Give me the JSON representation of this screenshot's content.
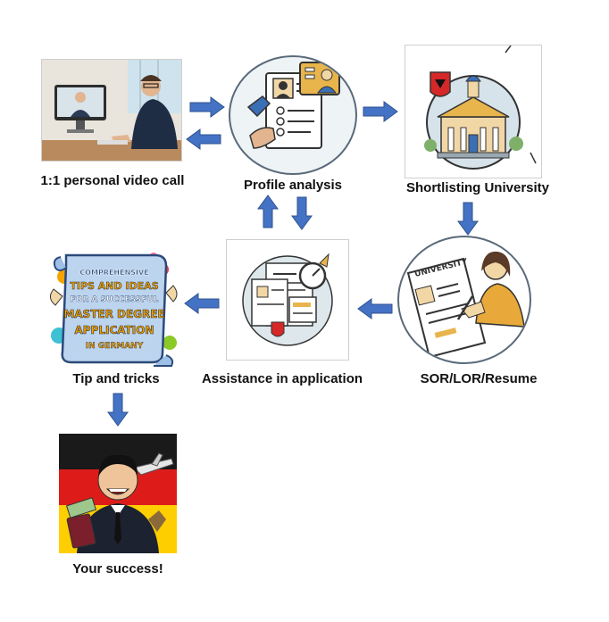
{
  "steps": {
    "video_call": {
      "label": "1:1 personal video call",
      "icon": "video-call-illustration"
    },
    "profile": {
      "label": "Profile analysis",
      "icon": "profile-documents-illustration"
    },
    "shortlist": {
      "label": "Shortlisting University",
      "icon": "university-building-illustration"
    },
    "sor": {
      "label": "SOR/LOR/Resume",
      "icon": "writing-resume-illustration"
    },
    "assistance": {
      "label": "Assistance in application",
      "icon": "application-documents-illustration"
    },
    "tips": {
      "label": "Tip and tricks",
      "icon": "scroll-illustration",
      "scroll_lines": [
        "COMPREHENSIVE",
        "TIPS AND IDEAS",
        "FOR A SUCCESSFUL",
        "MASTER DEGREE",
        "APPLICATION",
        "IN GERMANY"
      ]
    },
    "success": {
      "label": "Your success!",
      "icon": "graduate-with-passport-illustration"
    }
  },
  "university_sign": "UNIVERSITY",
  "arrow_color": "#4472C4"
}
